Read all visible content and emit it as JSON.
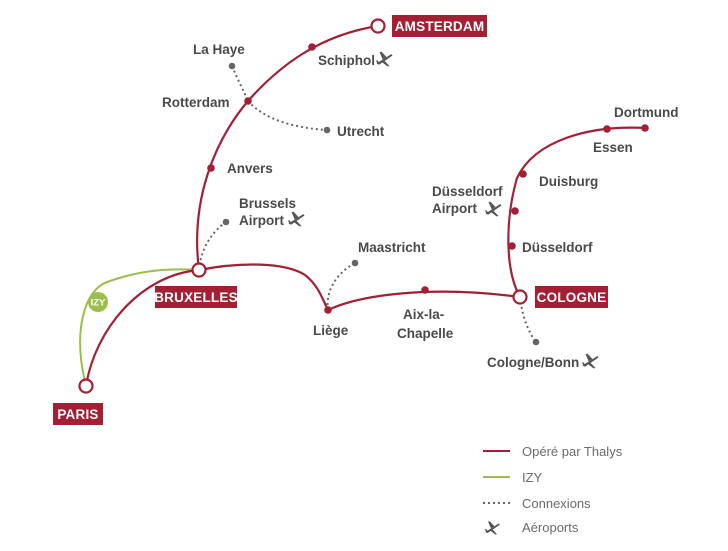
{
  "colors": {
    "thalys": "#a31f34",
    "izy": "#9bbf4a",
    "connexion": "#666666",
    "text": "#4a4a4a",
    "legend_text": "#6b6b6b"
  },
  "hubs": {
    "amsterdam": "AMSTERDAM",
    "bruxelles": "BRUXELLES",
    "cologne": "COLOGNE",
    "paris": "PARIS"
  },
  "cities": {
    "la_haye": "La Haye",
    "schiphol": "Schiphol",
    "rotterdam": "Rotterdam",
    "utrecht": "Utrecht",
    "anvers": "Anvers",
    "brussels_airport_1": "Brussels",
    "brussels_airport_2": "Airport",
    "maastricht": "Maastricht",
    "liege": "Liège",
    "aix_1": "Aix-la-",
    "aix_2": "Chapelle",
    "dortmund": "Dortmund",
    "essen": "Essen",
    "duisburg": "Duisburg",
    "dusseldorf_airport_1": "Düsseldorf",
    "dusseldorf_airport_2": "Airport",
    "dusseldorf": "Düsseldorf",
    "cologne_bonn": "Cologne/Bonn"
  },
  "izy_badge": "IZY",
  "airport_icons": [
    "schiphol",
    "brussels-airport",
    "dusseldorf-airport",
    "cologne-bonn"
  ],
  "legend": {
    "thalys": "Opéré par Thalys",
    "izy": "IZY",
    "connexions": "Connexions",
    "aeroports": "Aéroports"
  }
}
